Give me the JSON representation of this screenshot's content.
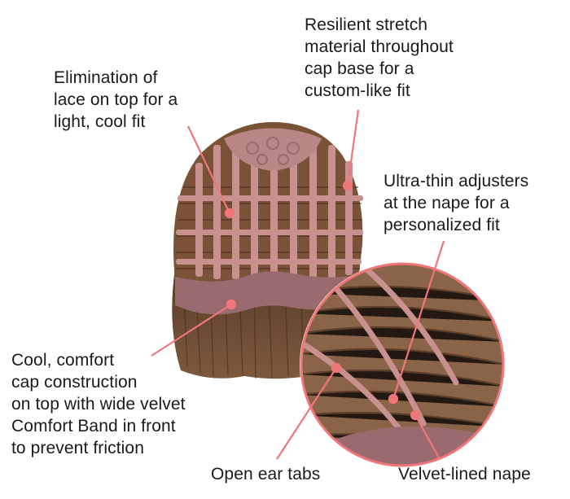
{
  "annotations": {
    "elimination": "Elimination of\nlace on top for a\nlight, cool fit",
    "resilient": "Resilient stretch\nmaterial throughout\ncap base for a\ncustom-like fit",
    "ultrathin": "Ultra-thin adjusters\nat the nape for a\npersonalized fit",
    "cool_comfort": "Cool, comfort\ncap construction\non top with wide velvet\nComfort Band in front\nto prevent friction",
    "open_ear": "Open ear tabs",
    "velvet_nape": "Velvet-lined nape"
  },
  "colors": {
    "callout": "#f0767a",
    "cap_lace": "#c99090",
    "hair_brown": "#6b4a33",
    "velvet_band": "#9a6b6e"
  }
}
